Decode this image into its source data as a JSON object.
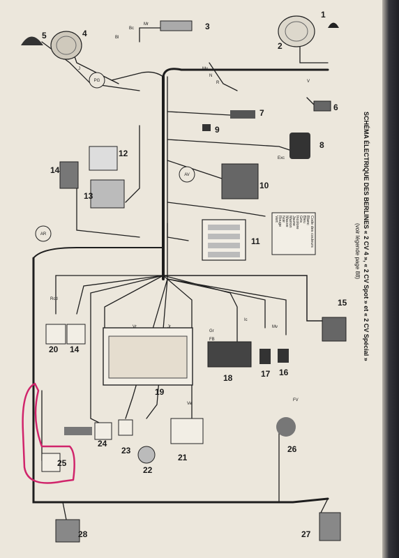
{
  "title": "SCHÉMA ÉLECTRIQUE DES BERLINES « 2 CV 4 », « 2 CV Spot » et « 2 CV Spécial »",
  "subtitle": "(voir légende page 88)",
  "badges": {
    "av": "AV",
    "ar": "AR",
    "pg": "PG"
  },
  "components": [
    {
      "id": "c1",
      "label": "1"
    },
    {
      "id": "c2",
      "label": "2"
    },
    {
      "id": "c3",
      "label": "3"
    },
    {
      "id": "c4",
      "label": "4"
    },
    {
      "id": "c5",
      "label": "5"
    },
    {
      "id": "c6",
      "label": "6"
    },
    {
      "id": "c7",
      "label": "7"
    },
    {
      "id": "c8",
      "label": "8"
    },
    {
      "id": "c9",
      "label": "9"
    },
    {
      "id": "c10",
      "label": "10"
    },
    {
      "id": "c11",
      "label": "11"
    },
    {
      "id": "c12",
      "label": "12"
    },
    {
      "id": "c13",
      "label": "13"
    },
    {
      "id": "c14",
      "label": "14"
    },
    {
      "id": "c14b",
      "label": "14"
    },
    {
      "id": "c15",
      "label": "15"
    },
    {
      "id": "c16",
      "label": "16"
    },
    {
      "id": "c17",
      "label": "17"
    },
    {
      "id": "c18",
      "label": "18"
    },
    {
      "id": "c19",
      "label": "19"
    },
    {
      "id": "c20",
      "label": "20"
    },
    {
      "id": "c21",
      "label": "21"
    },
    {
      "id": "c22",
      "label": "22"
    },
    {
      "id": "c23",
      "label": "23"
    },
    {
      "id": "c24",
      "label": "24"
    },
    {
      "id": "c25",
      "label": "25"
    },
    {
      "id": "c26",
      "label": "26"
    },
    {
      "id": "c27",
      "label": "27"
    },
    {
      "id": "c28",
      "label": "28"
    }
  ],
  "color_legend": {
    "header": "Code des couleurs",
    "rows": [
      {
        "name": "Blanc",
        "code": "Bc"
      },
      {
        "name": "Bleu",
        "code": "Bl"
      },
      {
        "name": "Gris",
        "code": "Gr"
      },
      {
        "name": "Incolore",
        "code": "Ic"
      },
      {
        "name": "Jaune",
        "code": "J"
      },
      {
        "name": "Marron",
        "code": "Mr"
      },
      {
        "name": "Mauve",
        "code": "Mv"
      },
      {
        "name": "Noir",
        "code": "N"
      },
      {
        "name": "Rouge",
        "code": "R"
      },
      {
        "name": "Vert",
        "code": "V"
      }
    ],
    "footer": [
      "Fil ........ F",
      "Fil Volant .. FV"
    ]
  },
  "wire_codes": [
    "Bc",
    "Bl",
    "Mr",
    "Mv",
    "N",
    "R",
    "V",
    "J",
    "FV",
    "Gr",
    "Rcd",
    "Ic",
    "FB",
    "Vr",
    "Jr",
    "Ve",
    "Mv",
    "Exc"
  ],
  "colors": {
    "paper": "#ece7dc",
    "ink": "#1e1e1e",
    "annotation": "#d0246b"
  }
}
